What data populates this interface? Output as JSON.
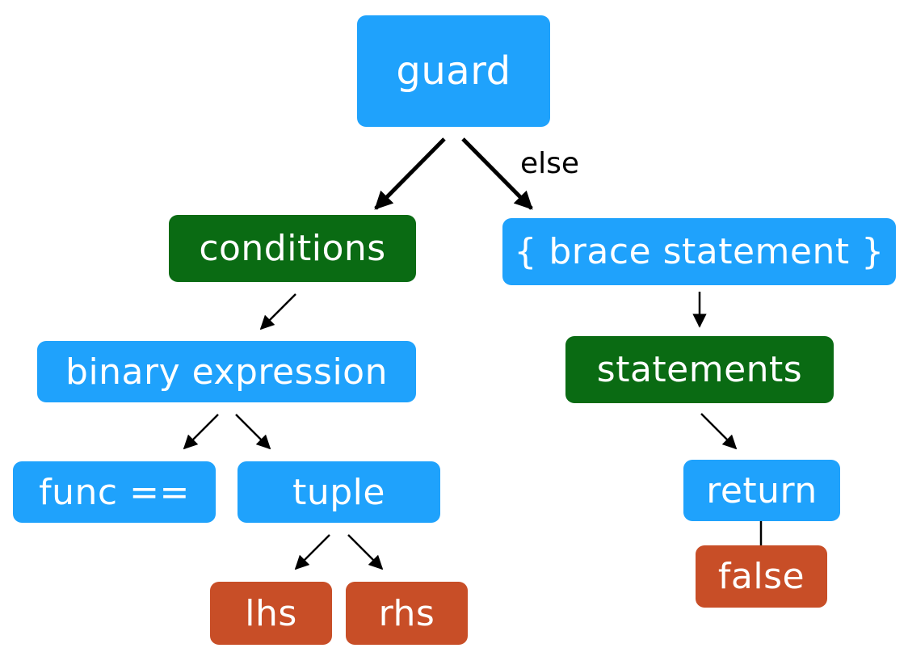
{
  "nodes": {
    "guard": "guard",
    "conditions": "conditions",
    "brace_statement": "{ brace statement }",
    "binary_expression": "binary expression",
    "statements": "statements",
    "func_eq": "func ==",
    "tuple": "tuple",
    "return": "return",
    "lhs": "lhs",
    "rhs": "rhs",
    "false": "false"
  },
  "edge_labels": {
    "guard_to_brace": "else"
  },
  "colors": {
    "blue": "#1fa2fc",
    "green": "#0a6b13",
    "red": "#c84e27"
  }
}
